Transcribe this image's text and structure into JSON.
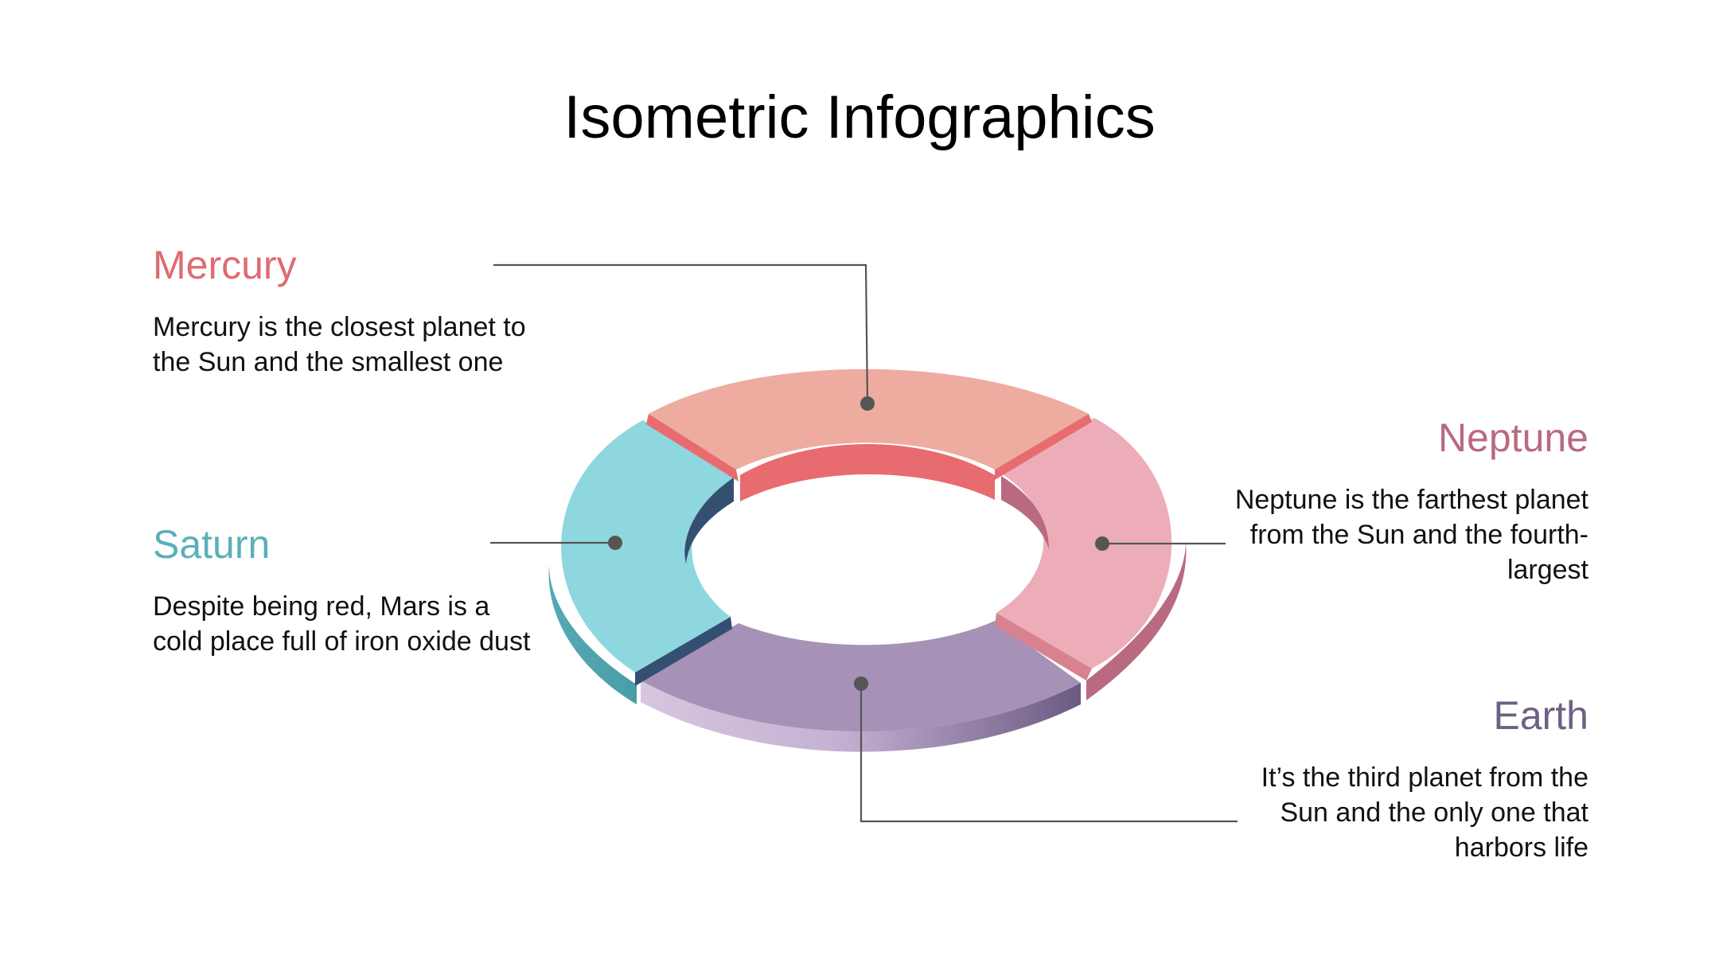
{
  "title": "Isometric Infographics",
  "colors": {
    "mercury": "#e06b72",
    "saturn": "#5ab0b8",
    "neptune": "#b96a80",
    "earth": "#6e6084",
    "connector": "#555555"
  },
  "items": {
    "mercury": {
      "name": "Mercury",
      "text": "Mercury is the closest planet to the Sun and the smallest one"
    },
    "saturn": {
      "name": "Saturn",
      "text": "Despite being red, Mars is a cold place full of iron oxide dust"
    },
    "neptune": {
      "name": "Neptune",
      "text": "Neptune is the farthest planet from the Sun and the fourth-largest"
    },
    "earth": {
      "name": "Earth",
      "text": "It’s the third planet from the Sun and the only one that harbors life"
    }
  }
}
